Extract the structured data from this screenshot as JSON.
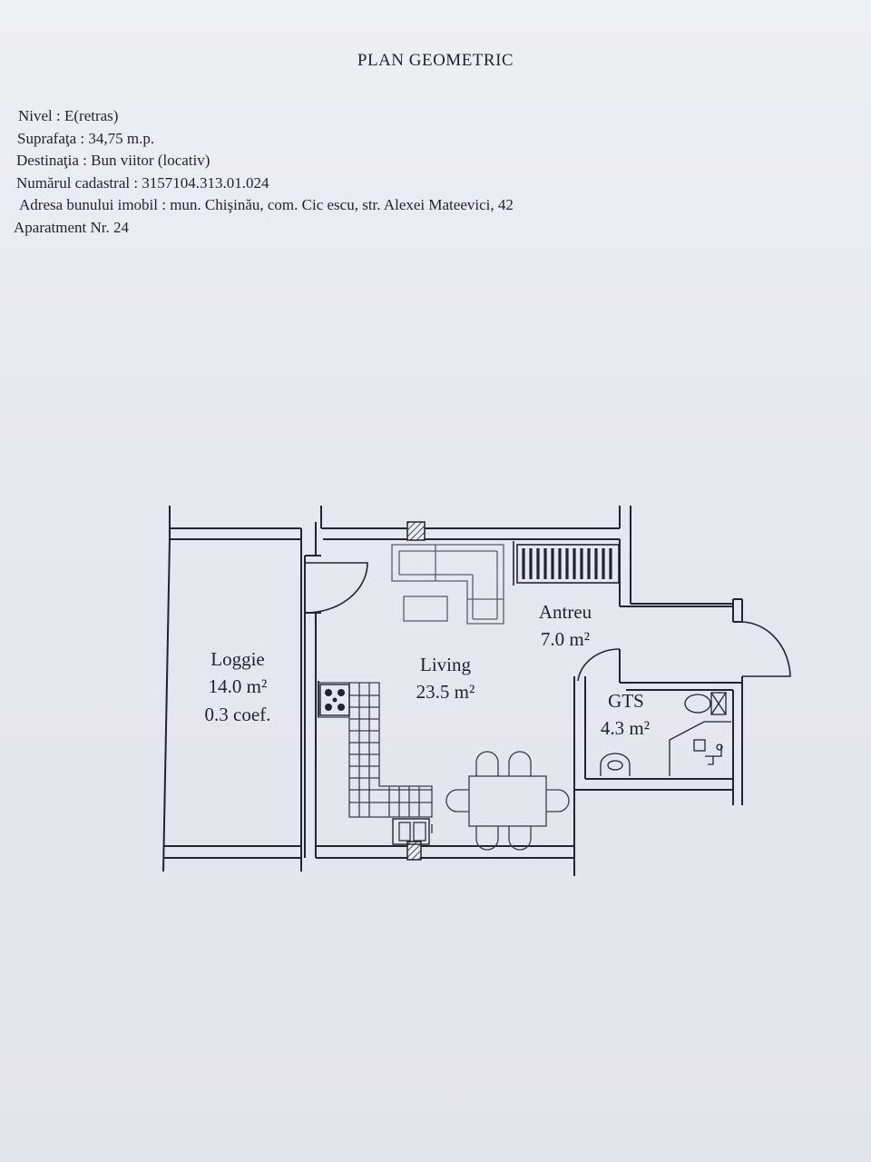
{
  "document": {
    "title": "PLAN GEOMETRIC",
    "info": {
      "nivel": "Nivel : E(retras)",
      "suprafata": "Suprafaţa : 34,75 m.p.",
      "destinatia": "Destinaţia : Bun viitor (locativ)",
      "numar_cadastral": "Numărul cadastral : 3157104.313.01.024",
      "adresa": "Adresa bunului imobil : mun. Chişinău, com. Cic escu, str. Alexei Mateevici, 42",
      "apartament": "Aparatment Nr. 24"
    }
  },
  "plan": {
    "rooms": {
      "loggie": {
        "name": "Loggie",
        "area": "14.0 m²",
        "coef": "0.3 coef."
      },
      "living": {
        "name": "Living",
        "area": "23.5 m²"
      },
      "antreu": {
        "name": "Antreu",
        "area": "7.0 m²"
      },
      "gts": {
        "name": "GTS",
        "area": "4.3 m²"
      }
    }
  }
}
